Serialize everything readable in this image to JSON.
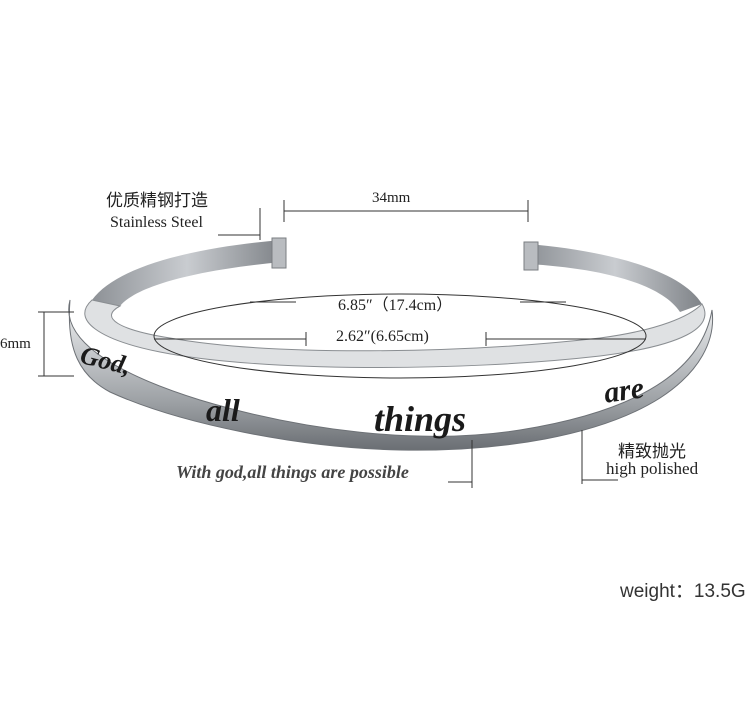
{
  "material": {
    "zh": "优质精钢打造",
    "en": "Stainless Steel"
  },
  "gap_width": "34mm",
  "circumference": "6.85″（17.4cm）",
  "diameter": "2.62″(6.65cm)",
  "band_width": "6mm",
  "engraving_words": [
    "God,",
    "all",
    "things",
    "are"
  ],
  "caption": "With god,all things are possible",
  "finish": {
    "zh": "精致抛光",
    "en": "high polished"
  },
  "weight": "weight：13.5G",
  "colors": {
    "steel_light": "#e4e6e8",
    "steel_mid": "#a9adb1",
    "steel_dark": "#5d6166",
    "engraving": "#1a1a1a"
  }
}
